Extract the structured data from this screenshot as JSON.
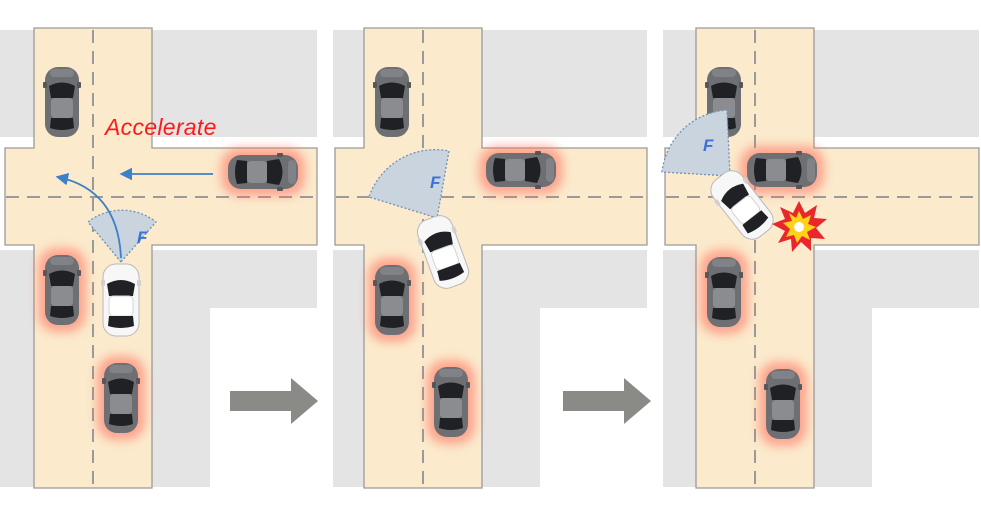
{
  "colors": {
    "road": "#fbeacc",
    "road_edge": "#9a9a9a",
    "sidewalk": "#e4e4e4",
    "lane_dash": "#9a9a9a",
    "car_gray": "#6d6f73",
    "car_white": "#f7f7f7",
    "car_glow": "#ff6a5a",
    "fov_fill": "#c9d4de",
    "fov_edge": "#6f8fb8",
    "trajectory": "#3e7fc9",
    "arrow": "#8a8a86",
    "annotation": "#ff1a1a"
  },
  "annotation": {
    "text": "Accelerate"
  },
  "fov": {
    "letter": "F"
  },
  "panels": [
    {
      "id": "panel-1",
      "state": "ego waiting to turn left, vehicle approaching from right"
    },
    {
      "id": "panel-2",
      "state": "ego turning into intersection"
    },
    {
      "id": "panel-3",
      "state": "collision with accelerating vehicle"
    }
  ],
  "icons": [
    "car-icon",
    "field-of-view-icon",
    "trajectory-arrow-icon",
    "next-step-arrow-icon",
    "collision-burst-icon"
  ]
}
